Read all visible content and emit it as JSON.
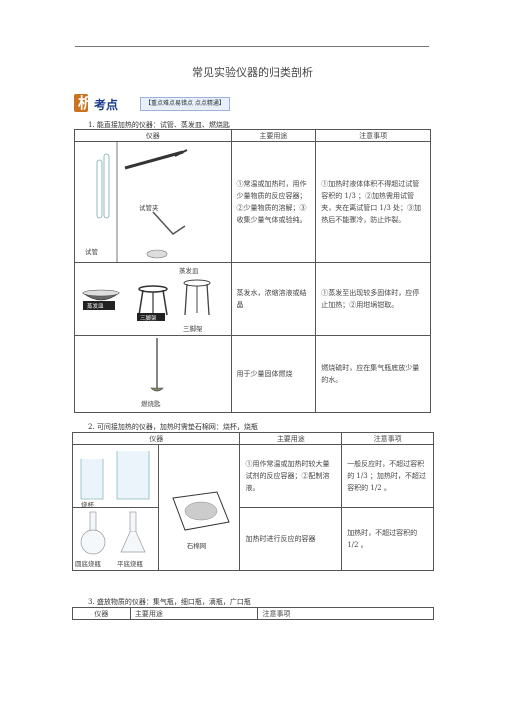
{
  "page_title": "常见实验仪器的归类剖析",
  "banner": {
    "tag": "考点",
    "bar": "【重点难点易错点 点点精通】"
  },
  "section1": {
    "heading": "1. 能直接加热的仪器：试管、蒸发皿、燃烧匙",
    "headers": [
      "仪器",
      "主要用途",
      "注意事项"
    ],
    "rows": [
      {
        "labels": [
          "试管",
          "试管夹"
        ],
        "use": "①常温或加热时，用作少量物质的反应容器；②少量物质的溶解；③收集少量气体或验纯。",
        "note": "①加热时液体体积不得超过试管容积的 1/3 ；②加热需用试管夹，夹在离试管口 1/3 处；③加热后不能骤冷，防止炸裂。"
      },
      {
        "labels": [
          "蒸发皿",
          "蒸发皿",
          "三脚架",
          "三脚架"
        ],
        "use": "蒸发水，浓缩溶液或结晶",
        "note": "①蒸发至出现较多固体时，应停止加热；②用坩埚钳取。"
      },
      {
        "labels": [
          "燃烧匙"
        ],
        "use": "用于少量固体燃烧",
        "note": "燃烧硫时，应在集气瓶底放少量的水。"
      }
    ]
  },
  "section2": {
    "heading": "2. 可间接加热的仪器，加热时需垫石棉网：烧杯，烧瓶",
    "headers": [
      "仪器",
      "主要用途",
      "注意事项"
    ],
    "rows": [
      {
        "labels": [
          "烧杯",
          "石棉网"
        ],
        "use": "①用作常温或加热时较大量试剂的反应容器；②配制溶液。",
        "note": "一般反应时，不超过容积的 1/3 ；加热时，不超过容积的 1/2 。"
      },
      {
        "labels": [
          "圆底烧瓶",
          "平底烧瓶"
        ],
        "use": "加热时进行反应的容器",
        "note": "加热时，不超过容积的 1/2 。"
      }
    ]
  },
  "section3": {
    "heading": "3. 盛放物质的仪器：集气瓶，细口瓶，滴瓶，广口瓶",
    "headers": [
      "仪器",
      "主要用途",
      "注意事项"
    ]
  }
}
